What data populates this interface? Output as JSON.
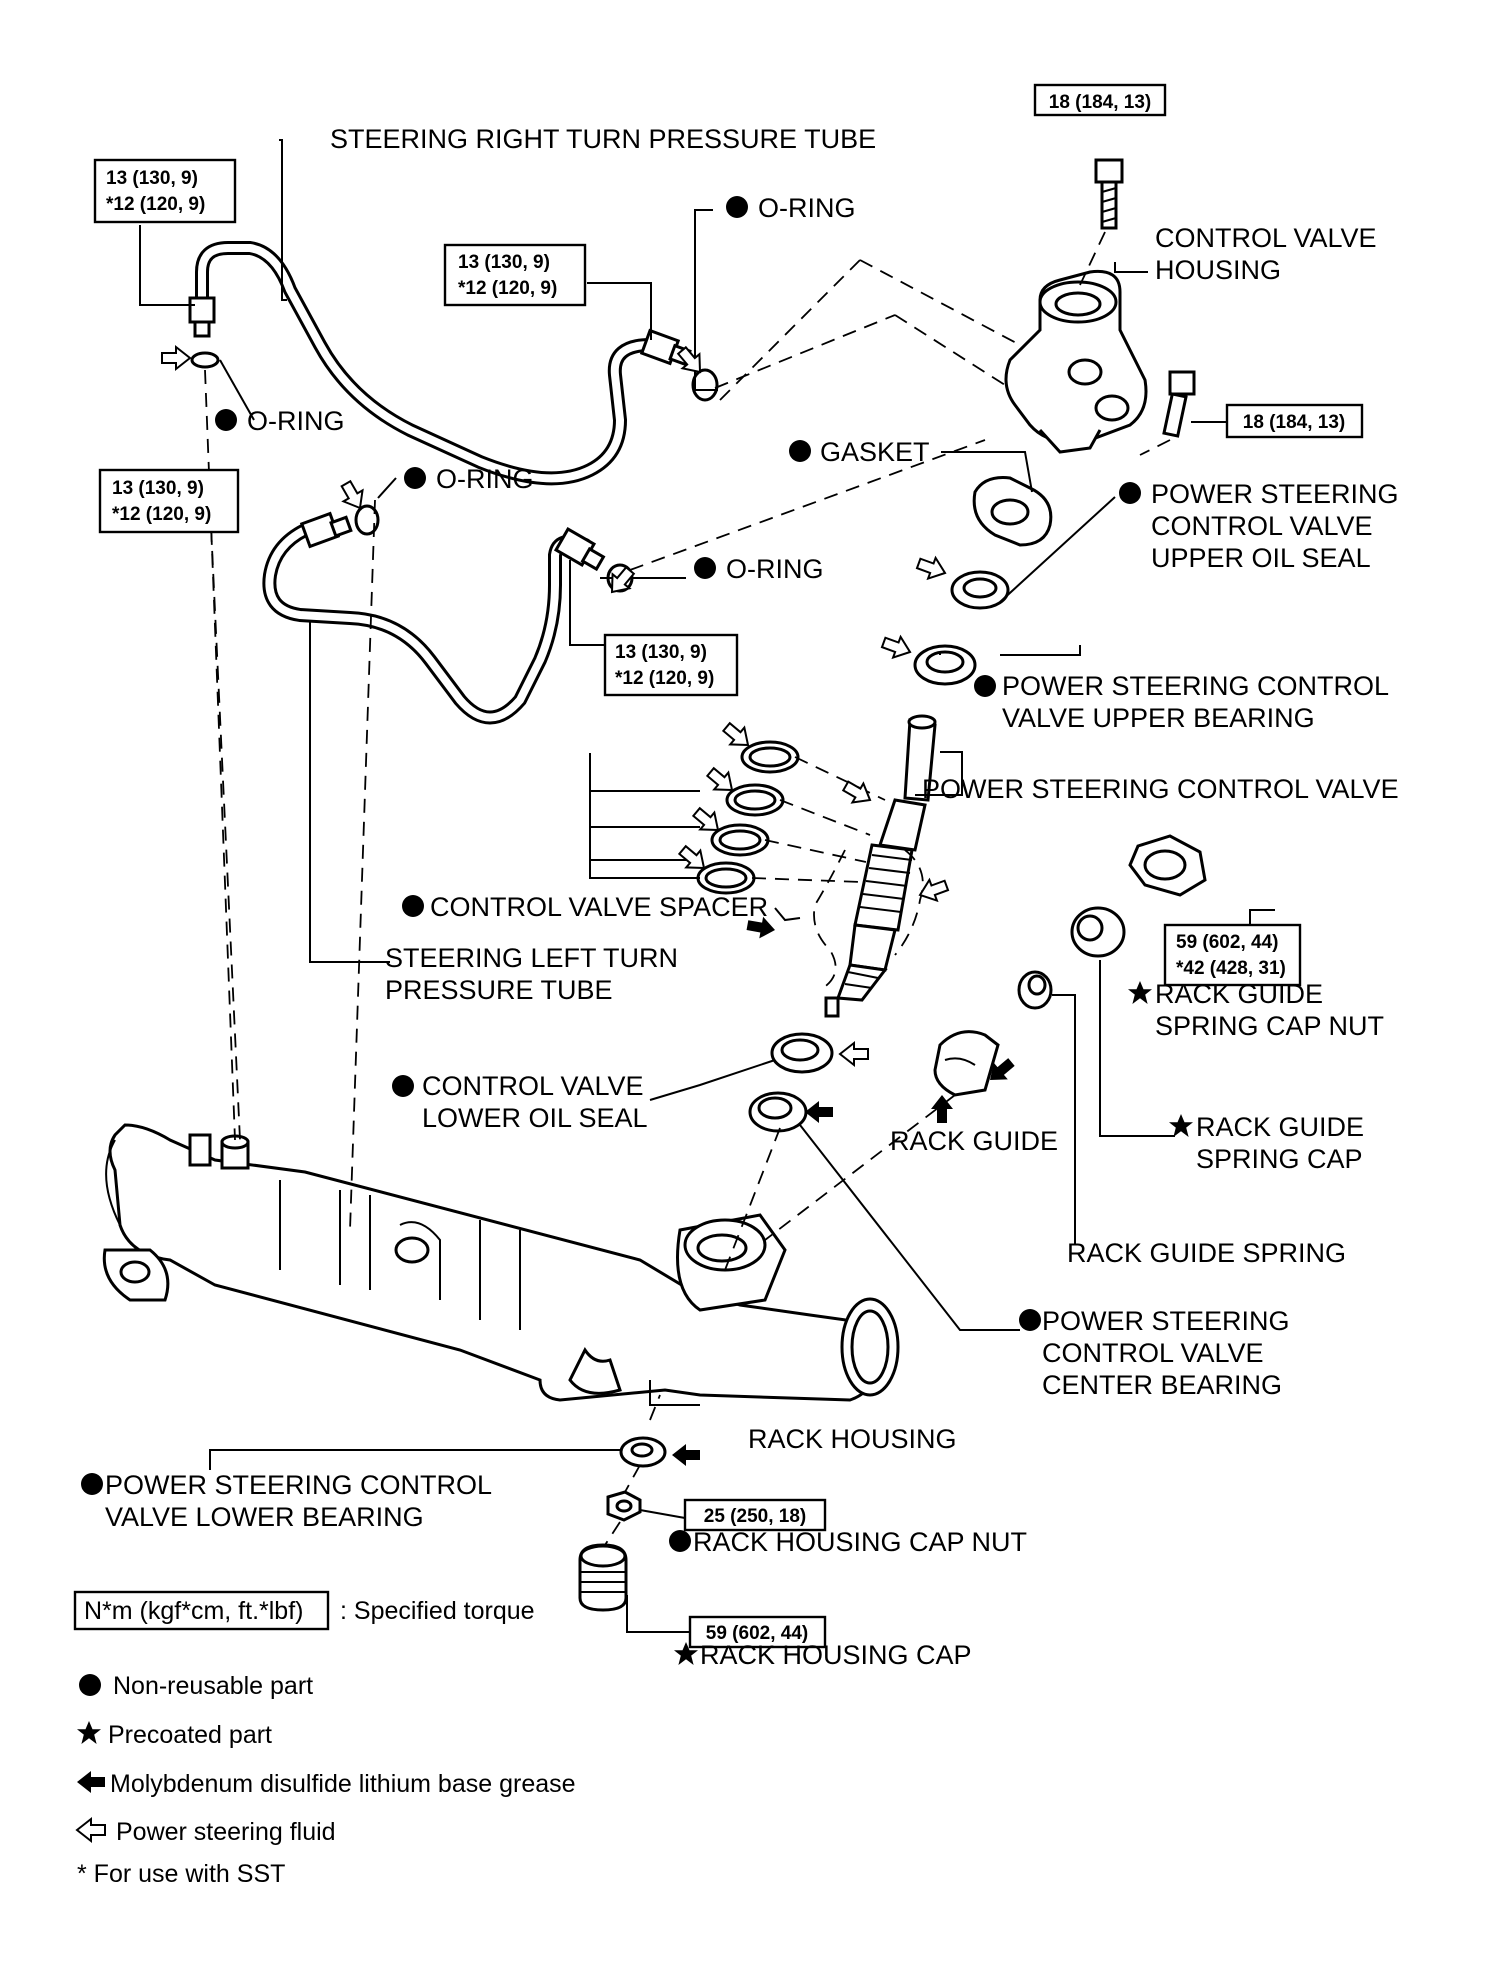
{
  "labels": {
    "right_turn_tube": "STEERING RIGHT TURN PRESSURE TUBE",
    "o_ring_top": "O-RING",
    "control_valve_housing_1": "CONTROL VALVE",
    "control_valve_housing_2": "HOUSING",
    "o_ring_left": "O-RING",
    "o_ring_mid": "O-RING",
    "gasket": "GASKET",
    "upper_oil_seal_1": "POWER STEERING",
    "upper_oil_seal_2": "CONTROL VALVE",
    "upper_oil_seal_3": "UPPER OIL SEAL",
    "o_ring_right": "O-RING",
    "upper_bearing_1": "POWER STEERING CONTROL",
    "upper_bearing_2": "VALVE UPPER BEARING",
    "control_valve": "POWER STEERING CONTROL VALVE",
    "spacer": "CONTROL VALVE SPACER",
    "left_turn_tube_1": "STEERING LEFT TURN",
    "left_turn_tube_2": "PRESSURE TUBE",
    "spring_cap_nut_1": "RACK GUIDE",
    "spring_cap_nut_2": "SPRING CAP NUT",
    "lower_oil_seal_1": "CONTROL VALVE",
    "lower_oil_seal_2": "LOWER OIL SEAL",
    "rack_guide": "RACK GUIDE",
    "spring_cap_1": "RACK GUIDE",
    "spring_cap_2": "SPRING CAP",
    "rack_guide_spring": "RACK GUIDE SPRING",
    "center_bearing_1": "POWER STEERING",
    "center_bearing_2": "CONTROL VALVE",
    "center_bearing_3": "CENTER BEARING",
    "rack_housing": "RACK HOUSING",
    "lower_bearing_1": "POWER STEERING CONTROL",
    "lower_bearing_2": "VALVE LOWER BEARING",
    "cap_nut": "RACK HOUSING CAP NUT",
    "housing_cap": "RACK HOUSING CAP"
  },
  "torques": {
    "top_bolt": "18 (184, 13)",
    "left_top_1": "13 (130, 9)",
    "left_top_2": "*12 (120, 9)",
    "center_top_1": "13 (130, 9)",
    "center_top_2": "*12 (120, 9)",
    "side_bolt": "18 (184, 13)",
    "left_mid_1": "13 (130, 9)",
    "left_mid_2": "*12 (120, 9)",
    "center_mid_1": "13 (130, 9)",
    "center_mid_2": "*12 (120, 9)",
    "spring_nut_1": "59 (602, 44)",
    "spring_nut_2": "*42 (428, 31)",
    "cap_nut": "25 (250, 18)",
    "housing_cap": "59 (602, 44)"
  },
  "legend": {
    "torque_unit": "N*m (kgf*cm, ft.*lbf)",
    "torque_desc": ": Specified torque",
    "non_reusable": "Non-reusable part",
    "precoated": "Precoated part",
    "grease": "Molybdenum disulfide lithium base grease",
    "fluid": "Power steering fluid",
    "sst": "* For use with SST"
  }
}
